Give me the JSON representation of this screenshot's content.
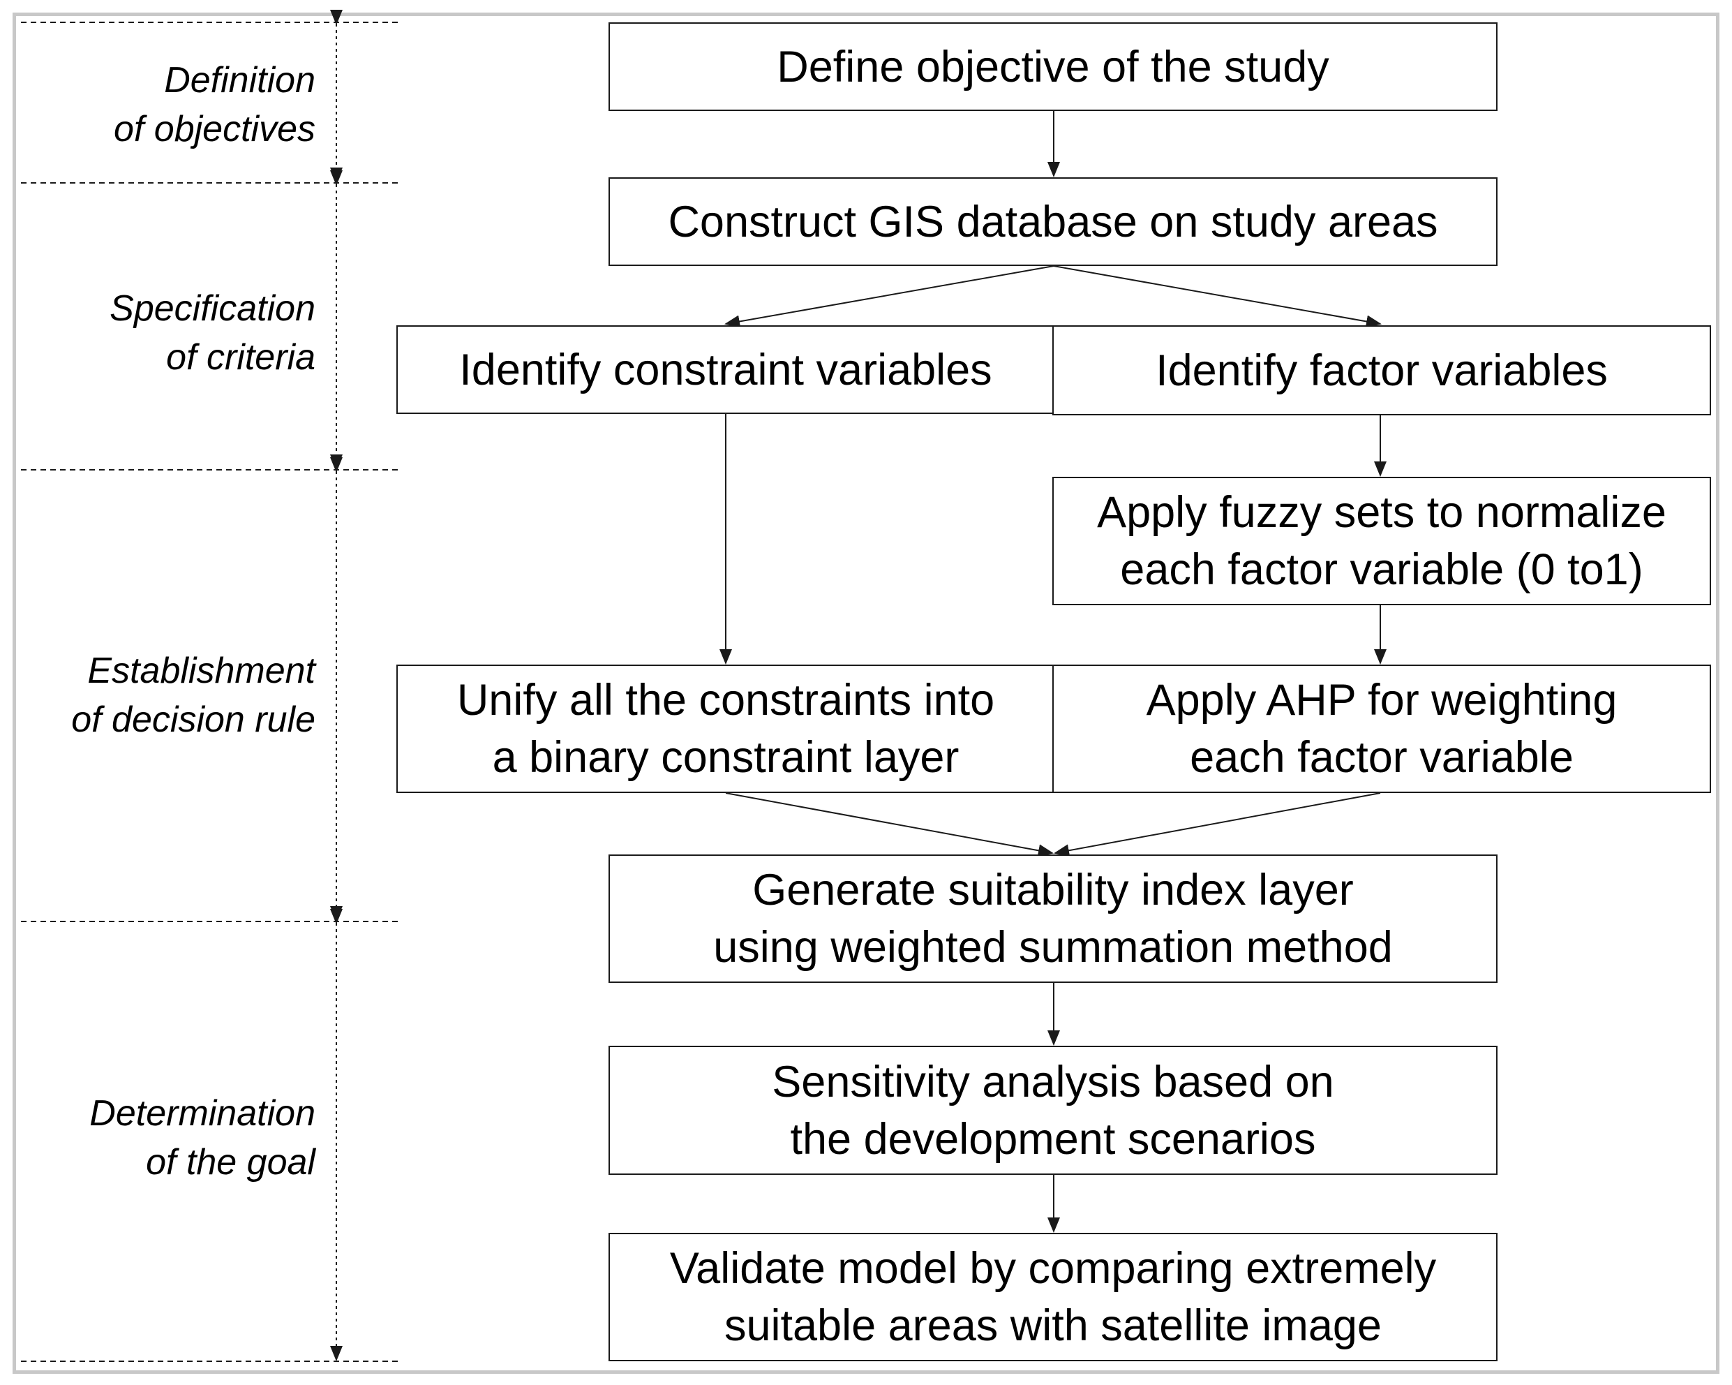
{
  "stages": [
    {
      "id": "definition",
      "label": "Definition\nof objectives"
    },
    {
      "id": "specification",
      "label": "Specification\nof criteria"
    },
    {
      "id": "establishment",
      "label": "Establishment\nof decision rule"
    },
    {
      "id": "determination",
      "label": "Determination\nof the goal"
    }
  ],
  "steps": {
    "define_objective": "Define objective of the study",
    "construct_gis": "Construct GIS database on study areas",
    "identify_constraints": "Identify constraint variables",
    "identify_factors": "Identify factor variables",
    "apply_fuzzy": "Apply fuzzy sets to normalize\neach factor variable (0 to1)",
    "unify_constraints": "Unify all the constraints into\na binary constraint layer",
    "apply_ahp": "Apply AHP for weighting\neach factor variable",
    "generate_suitability": "Generate suitability index layer\nusing weighted summation method",
    "sensitivity_analysis": "Sensitivity analysis based on\nthe development scenarios",
    "validate_model": "Validate model by comparing extremely\nsuitable areas with satellite image"
  },
  "colors": {
    "line": "#1a1a1a",
    "frame": "#c8c8c8",
    "text": "#000000"
  }
}
